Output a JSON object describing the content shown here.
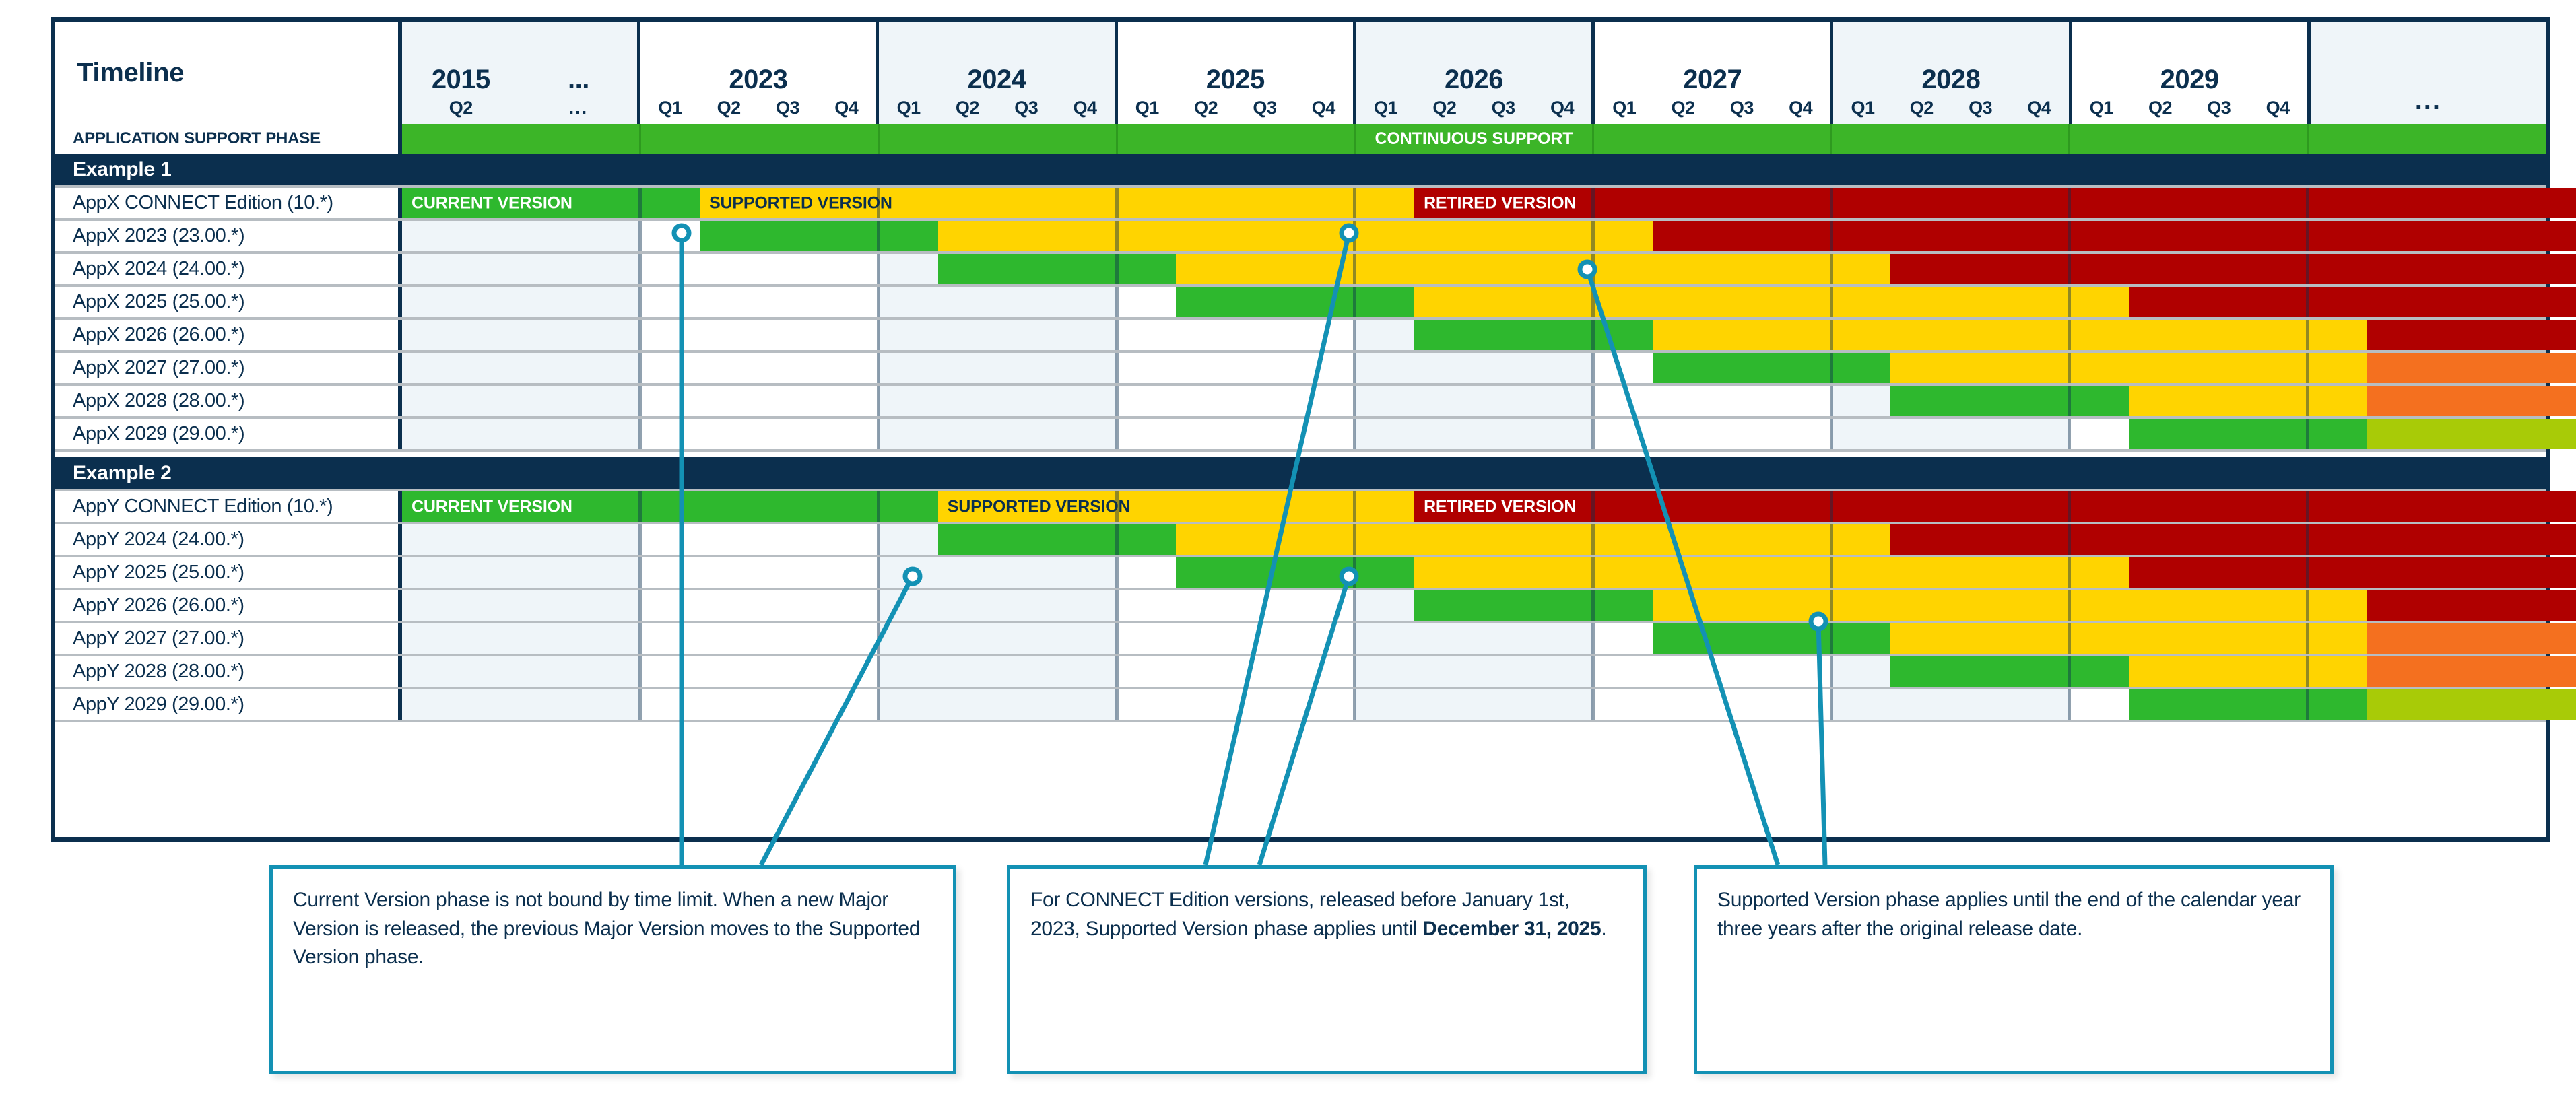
{
  "header": {
    "timeline_label": "Timeline",
    "years": [
      {
        "name": "2015",
        "quarters": [
          "Q2",
          "..."
        ],
        "dots_name": "...",
        "alt": true
      },
      {
        "name": "2023",
        "quarters": [
          "Q1",
          "Q2",
          "Q3",
          "Q4"
        ],
        "alt": false
      },
      {
        "name": "2024",
        "quarters": [
          "Q1",
          "Q2",
          "Q3",
          "Q4"
        ],
        "alt": true
      },
      {
        "name": "2025",
        "quarters": [
          "Q1",
          "Q2",
          "Q3",
          "Q4"
        ],
        "alt": false
      },
      {
        "name": "2026",
        "quarters": [
          "Q1",
          "Q2",
          "Q3",
          "Q4"
        ],
        "alt": true
      },
      {
        "name": "2027",
        "quarters": [
          "Q1",
          "Q2",
          "Q3",
          "Q4"
        ],
        "alt": false
      },
      {
        "name": "2028",
        "quarters": [
          "Q1",
          "Q2",
          "Q3",
          "Q4"
        ],
        "alt": true
      },
      {
        "name": "2029",
        "quarters": [
          "Q1",
          "Q2",
          "Q3",
          "Q4"
        ],
        "alt": false
      },
      {
        "name": "...",
        "quarters": [],
        "alt": true
      }
    ]
  },
  "support_phase": {
    "label": "APPLICATION SUPPORT PHASE",
    "bar_text": "CONTINUOUS SUPPORT"
  },
  "legend_labels": {
    "current": "CURRENT VERSION",
    "supported": "SUPPORTED VERSION",
    "retired": "RETIRED VERSION"
  },
  "colors": {
    "green": "#2eb82e",
    "yellow": "#ffd400",
    "red": "#b00000",
    "orange": "#f4701f",
    "olive": "#a8cb07",
    "navy": "#0b2f4e",
    "teal": "#1391b4",
    "alt_cell": "#eff5f9",
    "grid": "#b7bdc2"
  },
  "examples": [
    {
      "title": "Example 1",
      "rows": [
        {
          "label": "AppX CONNECT Edition (10.*)",
          "segments": [
            {
              "phase": "current",
              "color": "green",
              "start": 0,
              "end": 5,
              "label": "CURRENT VERSION"
            },
            {
              "phase": "supported",
              "color": "yellow",
              "start": 5,
              "end": 17,
              "label": "SUPPORTED VERSION"
            },
            {
              "phase": "retired",
              "color": "red",
              "start": 17,
              "end": 37,
              "label": "RETIRED VERSION"
            }
          ]
        },
        {
          "label": "AppX 2023 (23.00.*)",
          "segments": [
            {
              "phase": "current",
              "color": "green",
              "start": 5,
              "end": 9
            },
            {
              "phase": "supported",
              "color": "yellow",
              "start": 9,
              "end": 21
            },
            {
              "phase": "retired",
              "color": "red",
              "start": 21,
              "end": 37
            }
          ]
        },
        {
          "label": "AppX 2024 (24.00.*)",
          "segments": [
            {
              "phase": "current",
              "color": "green",
              "start": 9,
              "end": 13
            },
            {
              "phase": "supported",
              "color": "yellow",
              "start": 13,
              "end": 25
            },
            {
              "phase": "retired",
              "color": "red",
              "start": 25,
              "end": 37
            }
          ]
        },
        {
          "label": "AppX 2025 (25.00.*)",
          "segments": [
            {
              "phase": "current",
              "color": "green",
              "start": 13,
              "end": 17
            },
            {
              "phase": "supported",
              "color": "yellow",
              "start": 17,
              "end": 29
            },
            {
              "phase": "retired",
              "color": "red",
              "start": 29,
              "end": 37
            }
          ]
        },
        {
          "label": "AppX 2026 (26.00.*)",
          "segments": [
            {
              "phase": "current",
              "color": "green",
              "start": 17,
              "end": 21
            },
            {
              "phase": "supported",
              "color": "yellow",
              "start": 21,
              "end": 33
            },
            {
              "phase": "retired",
              "color": "red",
              "start": 33,
              "end": 37
            }
          ]
        },
        {
          "label": "AppX 2027 (27.00.*)",
          "segments": [
            {
              "phase": "current",
              "color": "green",
              "start": 21,
              "end": 25
            },
            {
              "phase": "supported",
              "color": "yellow",
              "start": 25,
              "end": 33
            },
            {
              "phase": "beyond",
              "color": "orange",
              "start": 33,
              "end": 37
            }
          ]
        },
        {
          "label": "AppX 2028 (28.00.*)",
          "segments": [
            {
              "phase": "current",
              "color": "green",
              "start": 25,
              "end": 29
            },
            {
              "phase": "supported",
              "color": "yellow",
              "start": 29,
              "end": 33
            },
            {
              "phase": "beyond",
              "color": "orange",
              "start": 33,
              "end": 37
            }
          ]
        },
        {
          "label": "AppX 2029 (29.00.*)",
          "segments": [
            {
              "phase": "current",
              "color": "green",
              "start": 29,
              "end": 33
            },
            {
              "phase": "beyond",
              "color": "olive",
              "start": 33,
              "end": 37
            }
          ]
        }
      ]
    },
    {
      "title": "Example 2",
      "rows": [
        {
          "label": "AppY CONNECT Edition (10.*)",
          "segments": [
            {
              "phase": "current",
              "color": "green",
              "start": 0,
              "end": 9,
              "label": "CURRENT VERSION"
            },
            {
              "phase": "supported",
              "color": "yellow",
              "start": 9,
              "end": 17,
              "label": "SUPPORTED VERSION"
            },
            {
              "phase": "retired",
              "color": "red",
              "start": 17,
              "end": 37,
              "label": "RETIRED VERSION"
            }
          ]
        },
        {
          "label": "AppY 2024 (24.00.*)",
          "segments": [
            {
              "phase": "current",
              "color": "green",
              "start": 9,
              "end": 13
            },
            {
              "phase": "supported",
              "color": "yellow",
              "start": 13,
              "end": 25
            },
            {
              "phase": "retired",
              "color": "red",
              "start": 25,
              "end": 37
            }
          ]
        },
        {
          "label": "AppY 2025 (25.00.*)",
          "segments": [
            {
              "phase": "current",
              "color": "green",
              "start": 13,
              "end": 17
            },
            {
              "phase": "supported",
              "color": "yellow",
              "start": 17,
              "end": 29
            },
            {
              "phase": "retired",
              "color": "red",
              "start": 29,
              "end": 37
            }
          ]
        },
        {
          "label": "AppY 2026 (26.00.*)",
          "segments": [
            {
              "phase": "current",
              "color": "green",
              "start": 17,
              "end": 21
            },
            {
              "phase": "supported",
              "color": "yellow",
              "start": 21,
              "end": 33
            },
            {
              "phase": "retired",
              "color": "red",
              "start": 33,
              "end": 37
            }
          ]
        },
        {
          "label": "AppY 2027 (27.00.*)",
          "segments": [
            {
              "phase": "current",
              "color": "green",
              "start": 21,
              "end": 25
            },
            {
              "phase": "supported",
              "color": "yellow",
              "start": 25,
              "end": 33
            },
            {
              "phase": "beyond",
              "color": "orange",
              "start": 33,
              "end": 37
            }
          ]
        },
        {
          "label": "AppY 2028 (28.00.*)",
          "segments": [
            {
              "phase": "current",
              "color": "green",
              "start": 25,
              "end": 29
            },
            {
              "phase": "supported",
              "color": "yellow",
              "start": 29,
              "end": 33
            },
            {
              "phase": "beyond",
              "color": "orange",
              "start": 33,
              "end": 37
            }
          ]
        },
        {
          "label": "AppY 2029 (29.00.*)",
          "segments": [
            {
              "phase": "current",
              "color": "green",
              "start": 29,
              "end": 33
            },
            {
              "phase": "beyond",
              "color": "olive",
              "start": 33,
              "end": 37
            }
          ]
        }
      ]
    }
  ],
  "callouts": [
    {
      "id": "callout-current-version",
      "text": "Current Version phase is not bound by time limit. When a new Major Version is released, the previous Major Version moves to the Supported Version phase.",
      "bold": ""
    },
    {
      "id": "callout-connect-edition",
      "text_before": "For CONNECT Edition versions, released before January 1st, 2023, Supported Version phase applies until ",
      "bold": "December 31, 2025",
      "text_after": "."
    },
    {
      "id": "callout-supported-version",
      "text": "Supported Version phase applies until the end of the calendar year three years after the original release date.",
      "bold": ""
    }
  ]
}
